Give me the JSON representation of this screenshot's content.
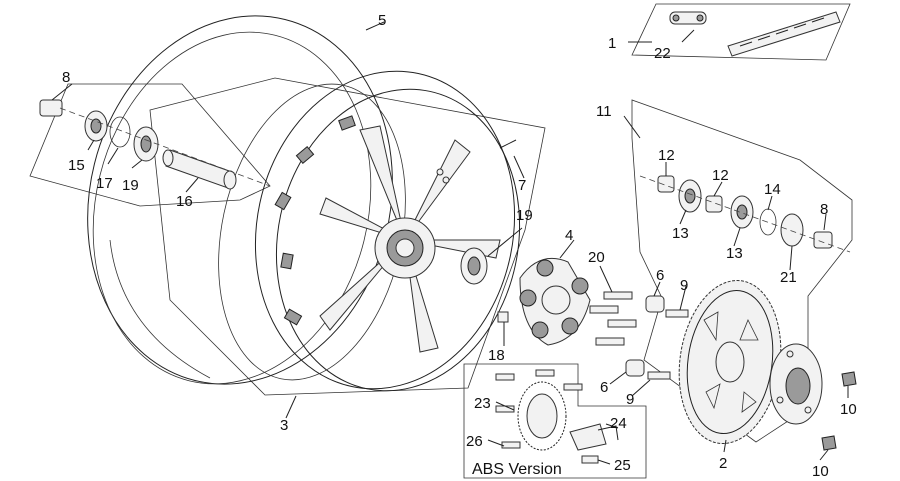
{
  "labels": {
    "p1": "1",
    "p2": "2",
    "p3": "3",
    "p4": "4",
    "p5": "5",
    "p6a": "6",
    "p6b": "6",
    "p7": "7",
    "p8a": "8",
    "p8b": "8",
    "p9a": "9",
    "p9b": "9",
    "p10a": "10",
    "p10b": "10",
    "p11": "11",
    "p12a": "12",
    "p12b": "12",
    "p13a": "13",
    "p13b": "13",
    "p14": "14",
    "p15": "15",
    "p16": "16",
    "p17": "17",
    "p18": "18",
    "p19a": "19",
    "p19b": "19",
    "p20": "20",
    "p21": "21",
    "p22": "22",
    "p23": "23",
    "p24": "24",
    "p25": "25",
    "p26": "26"
  },
  "abs_box": {
    "title": "ABS Version"
  }
}
